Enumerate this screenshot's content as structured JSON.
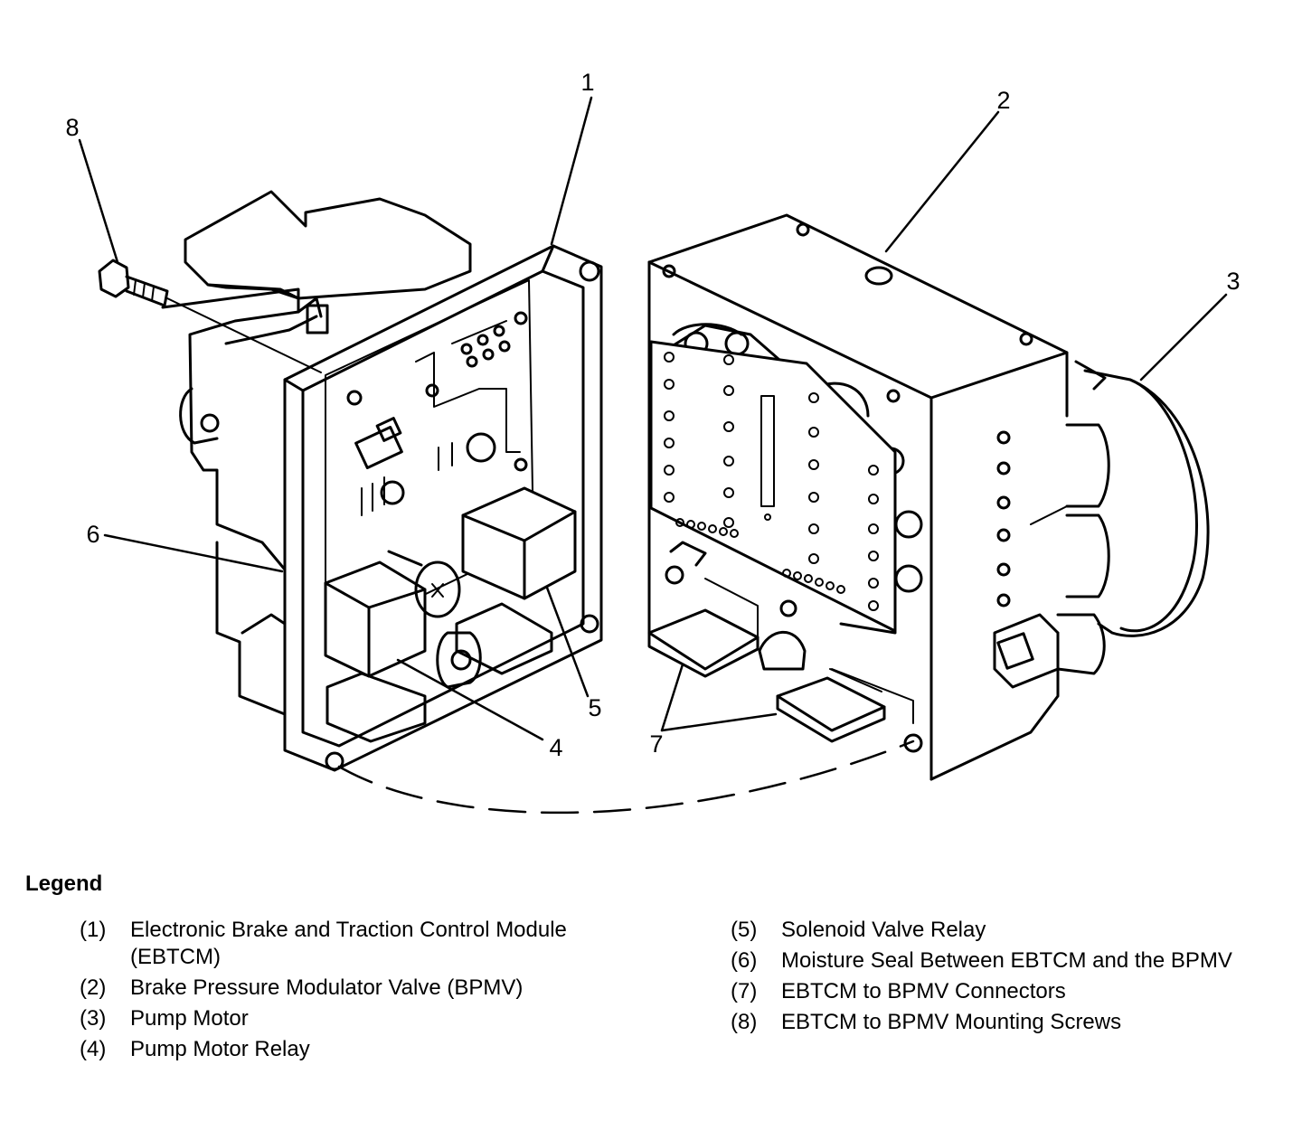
{
  "callouts": [
    "1",
    "2",
    "3",
    "4",
    "5",
    "6",
    "7",
    "8"
  ],
  "legend": {
    "title": "Legend",
    "items": [
      {
        "num": "(1)",
        "text": "Electronic Brake and Traction Control Module (EBTCM)"
      },
      {
        "num": "(2)",
        "text": "Brake Pressure Modulator Valve (BPMV)"
      },
      {
        "num": "(3)",
        "text": "Pump Motor"
      },
      {
        "num": "(4)",
        "text": "Pump Motor Relay"
      },
      {
        "num": "(5)",
        "text": "Solenoid Valve Relay"
      },
      {
        "num": "(6)",
        "text": "Moisture Seal Between EBTCM and the BPMV"
      },
      {
        "num": "(7)",
        "text": "EBTCM to BPMV Connectors"
      },
      {
        "num": "(8)",
        "text": "EBTCM to BPMV Mounting Screws"
      }
    ]
  }
}
